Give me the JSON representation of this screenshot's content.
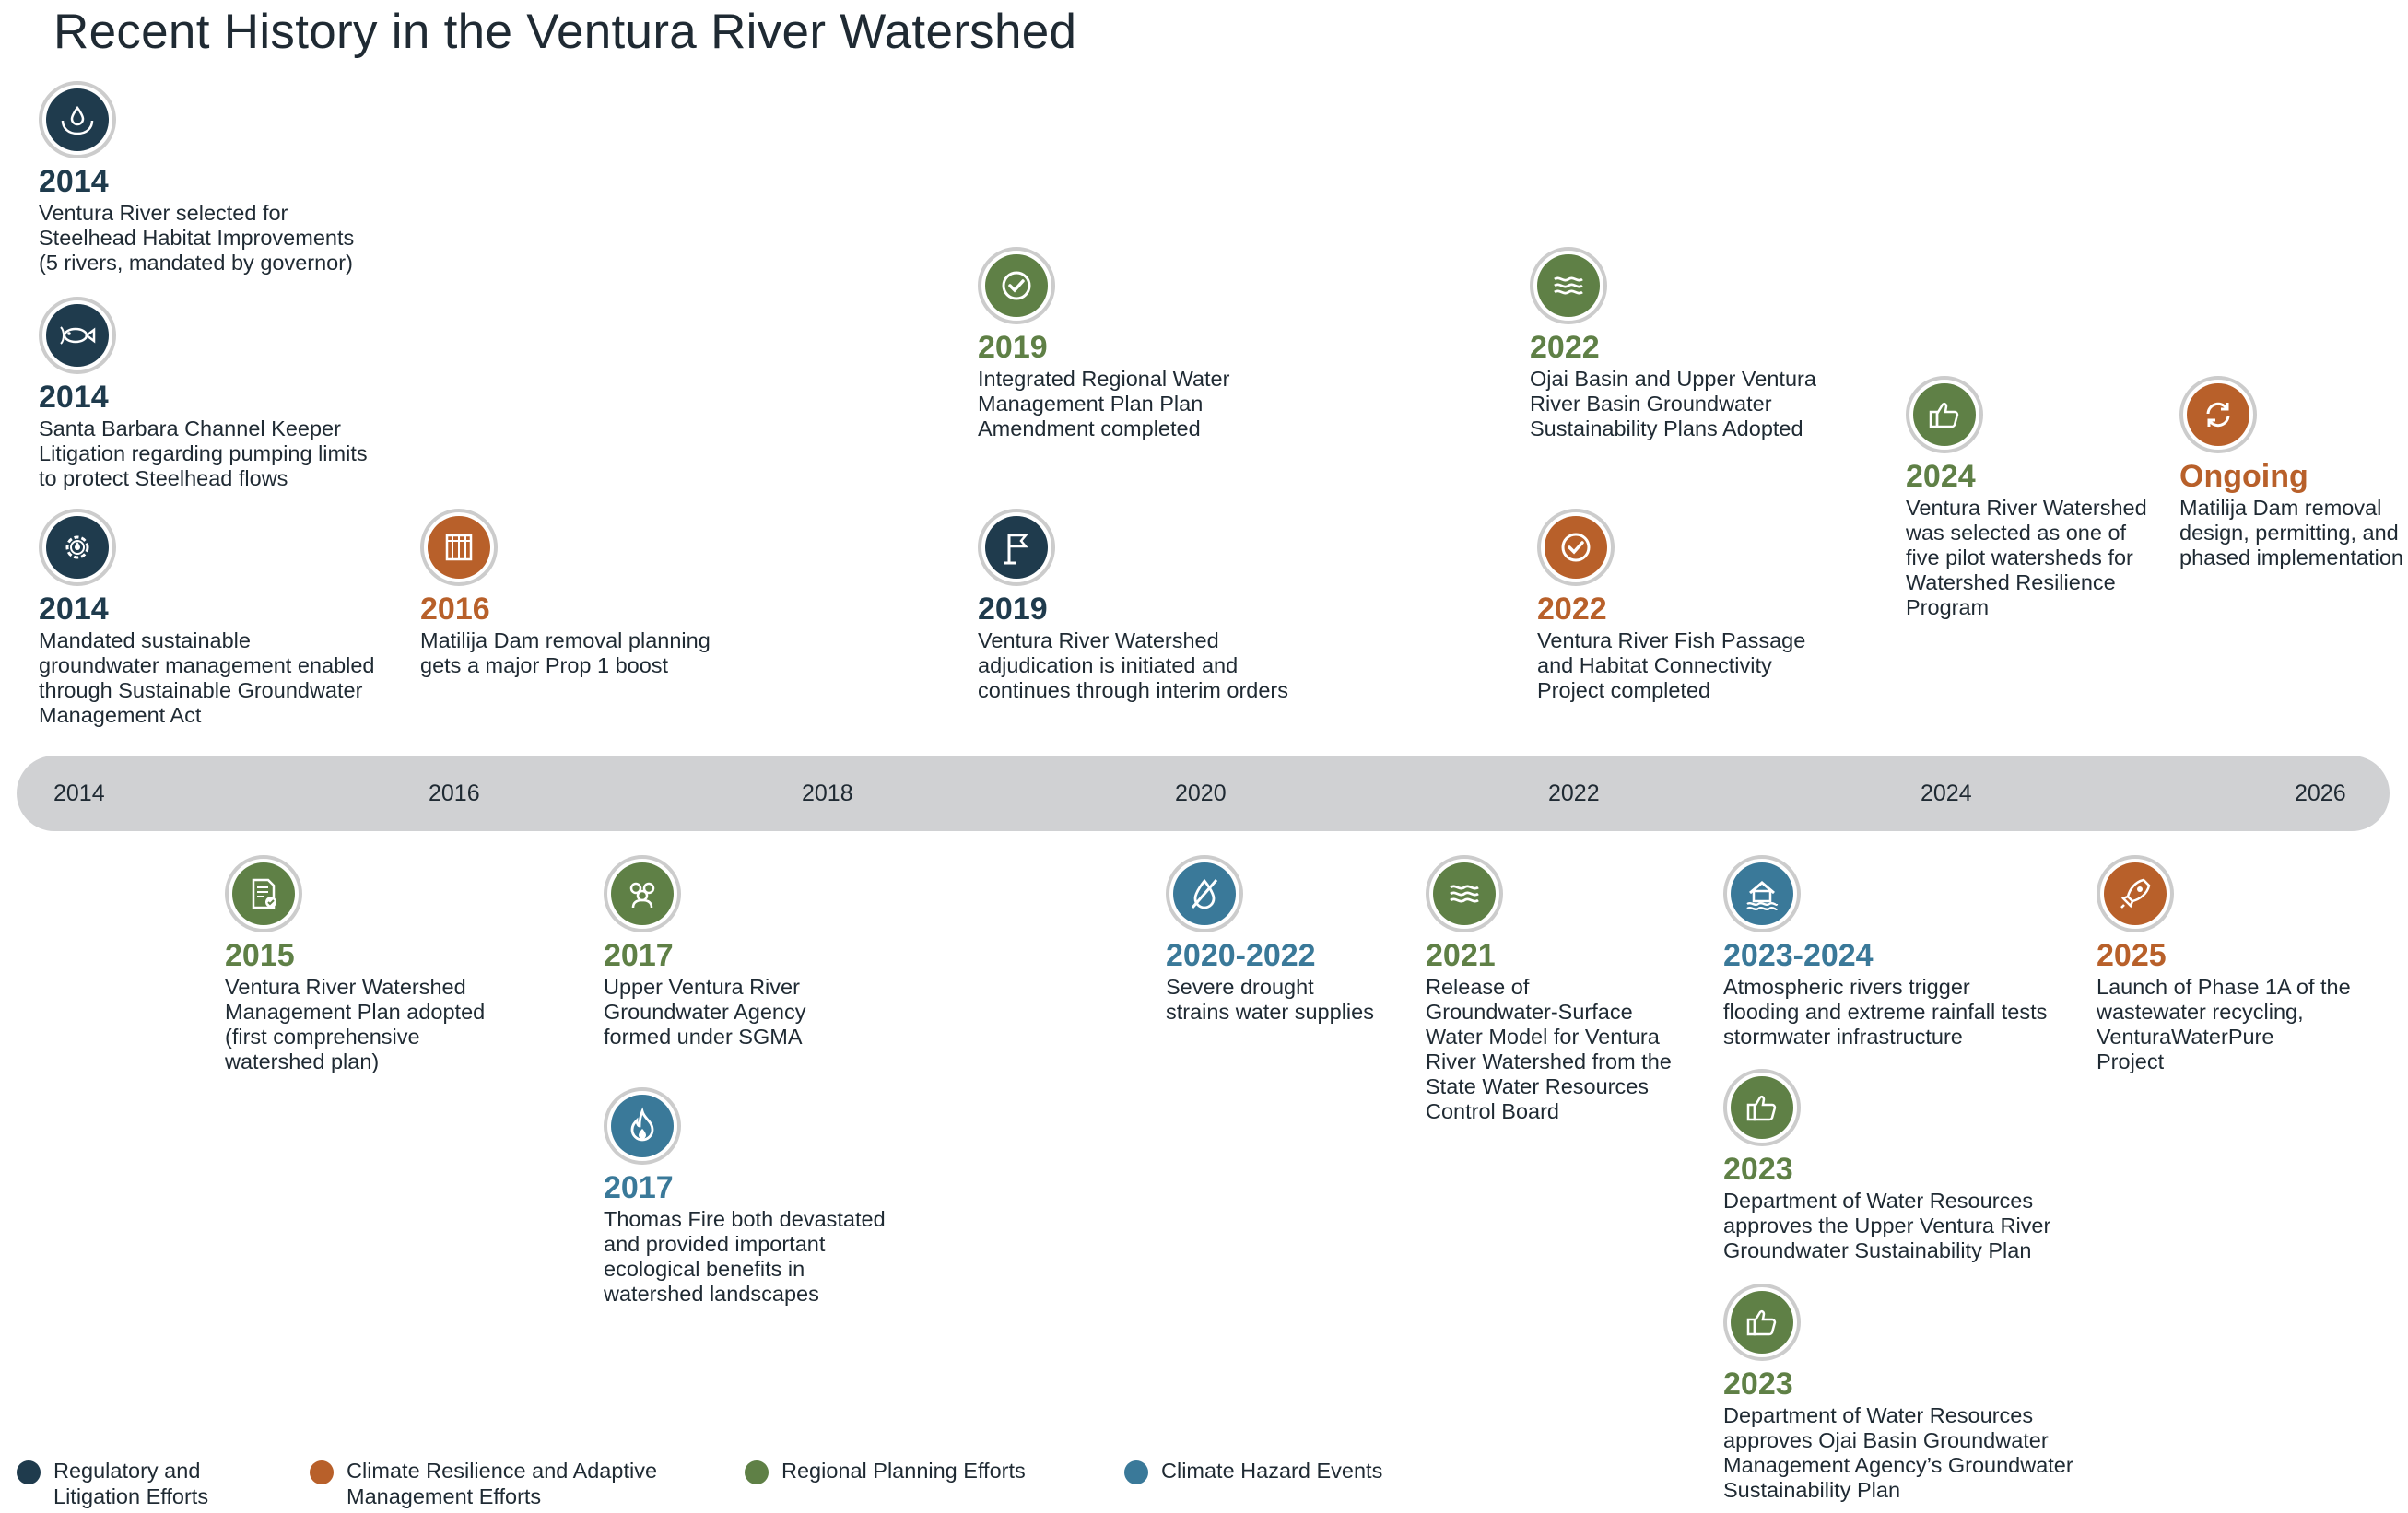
{
  "title": "Recent History in the Ventura River Watershed",
  "colors": {
    "regulatory": "#1f3b4d",
    "climate_resilience": "#b8602a",
    "planning": "#5f8046",
    "hazard": "#3a7999"
  },
  "axis": {
    "ticks": [
      "2014",
      "2016",
      "2018",
      "2020",
      "2022",
      "2024",
      "2026"
    ]
  },
  "events_above": [
    {
      "year": "2014",
      "category": "regulatory",
      "icon": "water-hands-icon",
      "lines": [
        "Ventura River selected for",
        "Steelhead Habitat Improvements",
        "(5 rivers, mandated by governor)"
      ]
    },
    {
      "year": "2014",
      "category": "regulatory",
      "icon": "fish-icon",
      "lines": [
        "Santa Barbara Channel Keeper",
        "Litigation regarding pumping limits",
        "to protect Steelhead flows"
      ]
    },
    {
      "year": "2014",
      "category": "regulatory",
      "icon": "gear-drop-icon",
      "lines": [
        "Mandated sustainable",
        "groundwater management enabled",
        "through Sustainable Groundwater",
        "Management Act"
      ]
    },
    {
      "year": "2016",
      "category": "climate_resilience",
      "icon": "dam-icon",
      "lines": [
        "Matilija Dam removal planning",
        "gets a major Prop 1 boost"
      ]
    },
    {
      "year": "2019",
      "category": "planning",
      "icon": "check-circle-icon",
      "lines": [
        "Integrated Regional Water",
        "Management Plan Plan",
        "Amendment completed"
      ]
    },
    {
      "year": "2019",
      "category": "regulatory",
      "icon": "flag-icon",
      "lines": [
        "Ventura River Watershed",
        "adjudication is initiated and",
        "continues through interim orders"
      ]
    },
    {
      "year": "2022",
      "category": "planning",
      "icon": "waves-icon",
      "lines": [
        "Ojai Basin and Upper Ventura",
        "River Basin Groundwater",
        "Sustainability Plans Adopted"
      ]
    },
    {
      "year": "2022",
      "category": "climate_resilience",
      "icon": "check-circle-icon",
      "lines": [
        "Ventura River Fish Passage",
        "and Habitat Connectivity",
        "Project completed"
      ]
    },
    {
      "year": "2024",
      "category": "planning",
      "icon": "thumbs-up-icon",
      "lines": [
        "Ventura River Watershed",
        "was selected as one of",
        "five pilot watersheds for",
        "Watershed Resilience",
        "Program"
      ]
    },
    {
      "year": "Ongoing",
      "category": "climate_resilience",
      "icon": "cycle-icon",
      "lines": [
        "Matilija Dam removal",
        "design, permitting, and",
        "phased implementation"
      ]
    }
  ],
  "events_below": [
    {
      "year": "2015",
      "category": "planning",
      "icon": "document-check-icon",
      "lines": [
        "Ventura River Watershed",
        "Management Plan adopted",
        "(first comprehensive",
        "watershed plan)"
      ]
    },
    {
      "year": "2017",
      "category": "planning",
      "icon": "people-icon",
      "lines": [
        "Upper Ventura River",
        "Groundwater Agency",
        "formed under SGMA"
      ]
    },
    {
      "year": "2017",
      "category": "hazard",
      "icon": "fire-icon",
      "lines": [
        "Thomas Fire both devastated",
        "and provided important",
        "ecological benefits in",
        "watershed landscapes"
      ]
    },
    {
      "year": "2020-2022",
      "category": "hazard",
      "icon": "no-water-icon",
      "lines": [
        "Severe drought",
        "strains water supplies"
      ]
    },
    {
      "year": "2021",
      "category": "planning",
      "icon": "waves-icon",
      "lines": [
        "Release of",
        "Groundwater-Surface",
        "Water Model for Ventura",
        "River Watershed from the",
        "State Water Resources",
        "Control Board"
      ]
    },
    {
      "year": "2023-2024",
      "category": "hazard",
      "icon": "flooded-house-icon",
      "lines": [
        "Atmospheric rivers trigger",
        "flooding and extreme rainfall tests",
        "stormwater infrastructure"
      ]
    },
    {
      "year": "2023",
      "category": "planning",
      "icon": "thumbs-up-icon",
      "lines": [
        "Department of Water Resources",
        "approves the Upper Ventura River",
        "Groundwater Sustainability Plan"
      ]
    },
    {
      "year": "2023",
      "category": "planning",
      "icon": "thumbs-up-icon",
      "lines": [
        "Department of Water Resources",
        "approves Ojai Basin Groundwater",
        "Management Agency’s Groundwater",
        "Sustainability Plan"
      ]
    },
    {
      "year": "2025",
      "category": "climate_resilience",
      "icon": "rocket-icon",
      "lines": [
        "Launch of Phase 1A of the",
        "wastewater recycling,",
        "VenturaWaterPure",
        "Project"
      ]
    }
  ],
  "legend": [
    {
      "lines": [
        "Regulatory and",
        "Litigation Efforts"
      ],
      "category": "regulatory"
    },
    {
      "lines": [
        "Climate Resilience and Adaptive",
        "Management Efforts"
      ],
      "category": "climate_resilience"
    },
    {
      "lines": [
        "Regional Planning Efforts"
      ],
      "category": "planning"
    },
    {
      "lines": [
        "Climate Hazard Events"
      ],
      "category": "hazard"
    }
  ]
}
